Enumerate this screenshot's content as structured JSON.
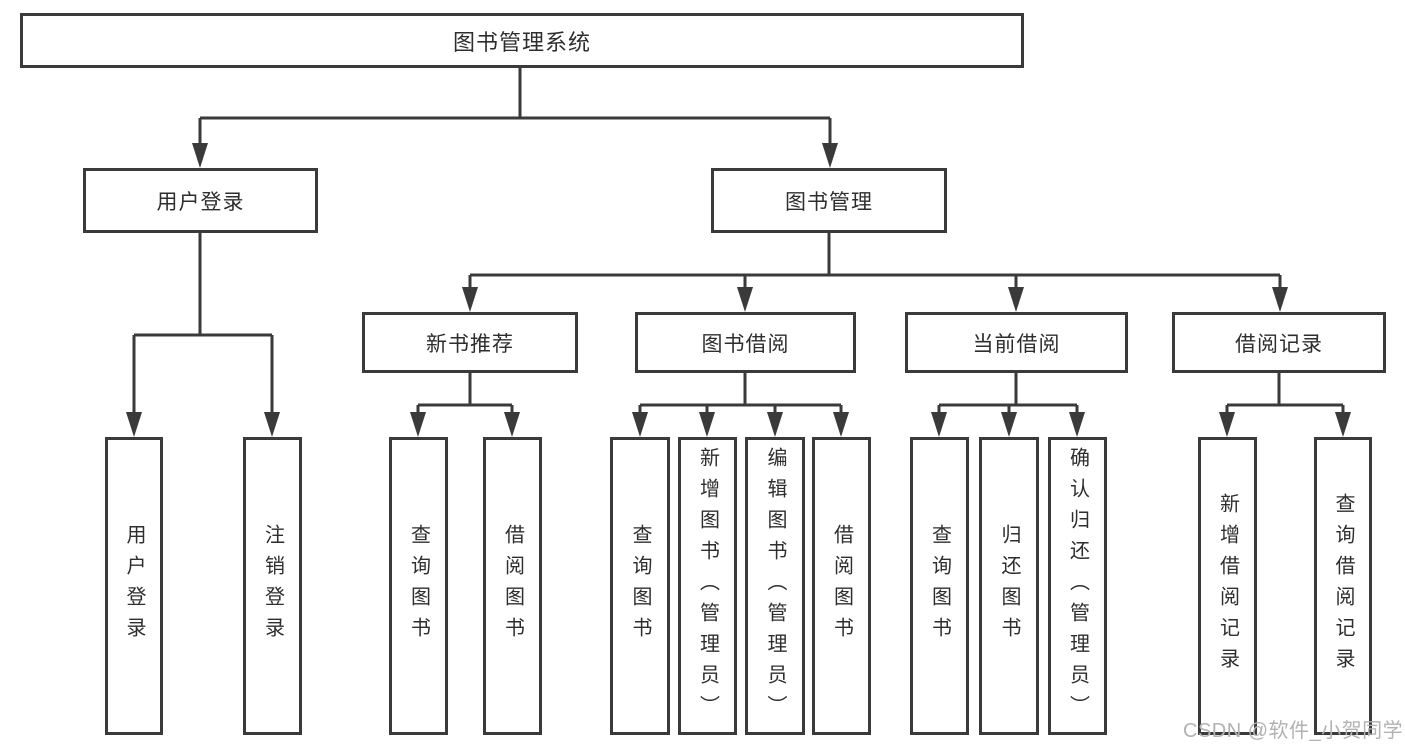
{
  "diagram_title": "图书管理系统",
  "tree": {
    "label": "图书管理系统",
    "children": [
      {
        "label": "用户登录",
        "children": [
          {
            "label": "用户登录"
          },
          {
            "label": "注销登录"
          }
        ]
      },
      {
        "label": "图书管理",
        "children": [
          {
            "label": "新书推荐",
            "children": [
              {
                "label": "查询图书"
              },
              {
                "label": "借阅图书"
              }
            ]
          },
          {
            "label": "图书借阅",
            "children": [
              {
                "label": "查询图书"
              },
              {
                "label": "新增图书（管理员）"
              },
              {
                "label": "编辑图书（管理员）"
              },
              {
                "label": "借阅图书"
              }
            ]
          },
          {
            "label": "当前借阅",
            "children": [
              {
                "label": "查询图书"
              },
              {
                "label": "归还图书"
              },
              {
                "label": "确认归还（管理员）"
              }
            ]
          },
          {
            "label": "借阅记录",
            "children": [
              {
                "label": "新增借阅记录"
              },
              {
                "label": "查询借阅记录"
              }
            ]
          }
        ]
      }
    ]
  },
  "watermark": "CSDN @软件_小贺同学",
  "colors": {
    "line": "#3a3a3a",
    "box_border": "#3a3a3a",
    "text": "#2e2e2e",
    "watermark": "#b2b2b2",
    "background": "#ffffff"
  }
}
